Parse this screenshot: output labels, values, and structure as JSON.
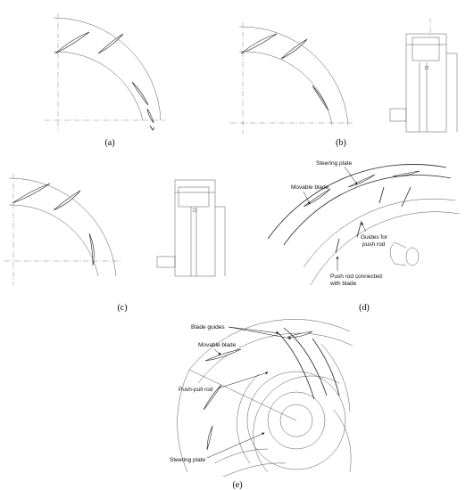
{
  "panels": {
    "a": {
      "label": "(a)"
    },
    "b": {
      "label": "(b)"
    },
    "c": {
      "label": "(c)"
    },
    "d": {
      "label": "(d)",
      "annotations": {
        "steering_plate": "Steering plate",
        "movable_blade": "Movable blade",
        "guides_line1": "Guides for",
        "guides_line2": "push rod",
        "pushrod_line1": "Push rod connected",
        "pushrod_line2": "with blade"
      }
    },
    "e": {
      "label": "(e)",
      "annotations": {
        "blade_guides": "Blade guides",
        "movable_blade": "Movable blade",
        "push_pull_rod": "Push-pull rod",
        "steering_plate": "Steering plate"
      }
    }
  },
  "colors": {
    "line": "#555555",
    "dark": "#222222",
    "text": "#111111"
  }
}
